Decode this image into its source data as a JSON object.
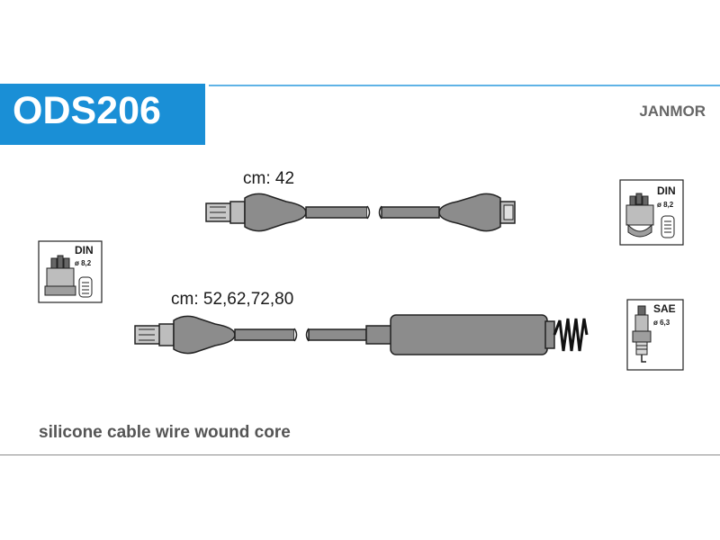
{
  "header": {
    "product_code": "ODS206",
    "brand": "JANMOR"
  },
  "cables": [
    {
      "length_label": "cm: 42"
    },
    {
      "length_label": "cm: 52,62,72,80"
    }
  ],
  "connectors": {
    "dist_left": {
      "standard": "DIN",
      "diameter": "ø 8,2"
    },
    "dist_right": {
      "standard": "DIN",
      "diameter": "ø 8,2"
    },
    "plug_right": {
      "standard": "SAE",
      "diameter": "ø 6,3"
    }
  },
  "footer": {
    "description": "silicone cable wire wound core"
  },
  "colors": {
    "brand_blue": "#1a8fd6",
    "cable_gray": "#8c8c8c"
  }
}
